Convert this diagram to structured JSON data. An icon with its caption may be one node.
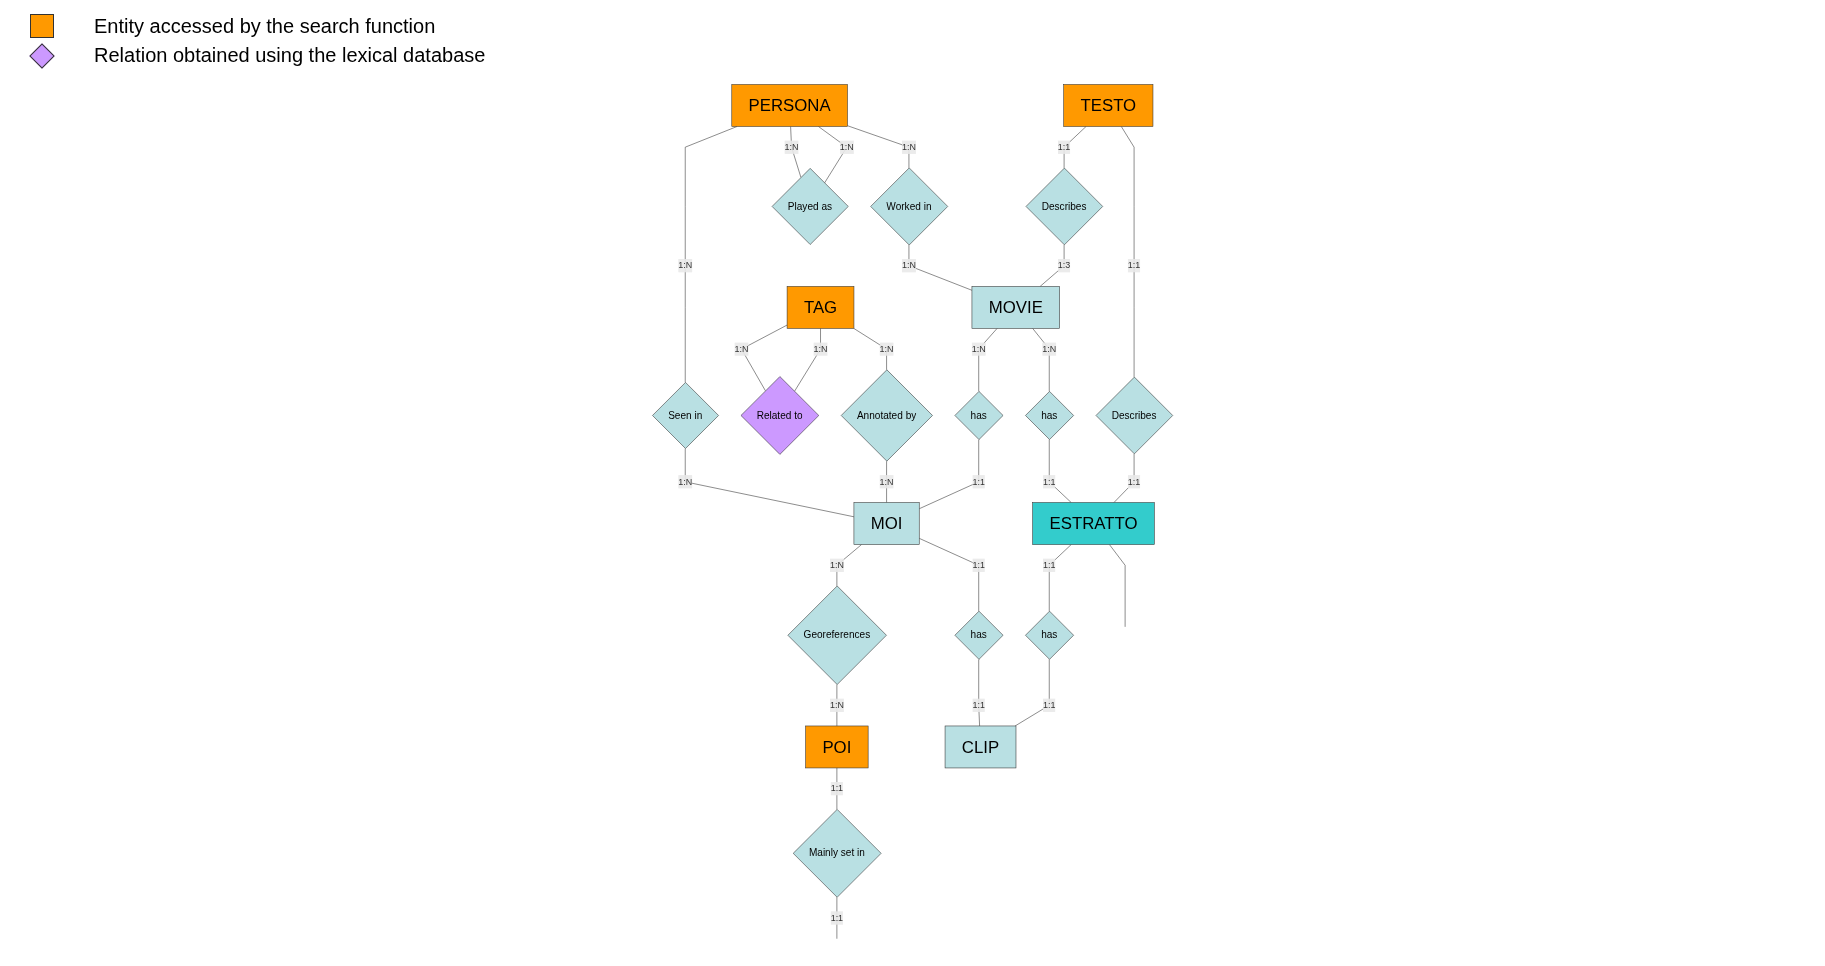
{
  "diagram": {
    "nodes": [
      {
        "text": [
          "PERSONA"
        ]
      },
      {
        "text": [
          "Seen in"
        ]
      },
      {
        "text": [
          "Worked in"
        ]
      },
      {
        "text": [
          "Played as"
        ]
      },
      {
        "text": [
          "TAG"
        ]
      },
      {
        "text": [
          "Related to"
        ]
      },
      {
        "text": [
          "POI"
        ]
      },
      {
        "text": [
          "Annotated by"
        ]
      },
      {
        "text": [
          "TESTO"
        ]
      },
      {
        "text": [
          "Describes"
        ]
      },
      {
        "text": [
          "MOVIE"
        ]
      },
      {
        "text": [
          "has"
        ]
      },
      {
        "text": [
          "MOI"
        ]
      },
      {
        "text": [
          "Georeferences"
        ]
      },
      {
        "text": [
          "has"
        ]
      },
      {
        "text": [
          "has"
        ]
      },
      {
        "text": [
          "Mainly set in"
        ]
      },
      {
        "text": [
          "Describes"
        ]
      },
      {
        "text": [
          "ESTRATTO"
        ]
      },
      {
        "text": [
          "has"
        ]
      },
      {
        "text": [
          "CLIP"
        ]
      }
    ],
    "edges": [
      {
        "from": 0,
        "to": 1,
        "arrow": "none",
        "label": "1:N"
      },
      {
        "from": 1,
        "to": 12,
        "arrow": "none",
        "label": "1:N"
      },
      {
        "from": 0,
        "to": 2,
        "arrow": "none",
        "label": "1:N"
      },
      {
        "from": 2,
        "to": 10,
        "arrow": "none",
        "label": "1:N"
      },
      {
        "from": 0,
        "to": 3,
        "arrow": "none",
        "label": "1:N"
      },
      {
        "from": 0,
        "to": 3,
        "arrow": "none",
        "label": "1:N"
      },
      {
        "from": 4,
        "to": 5,
        "arrow": "none",
        "label": "1:N"
      },
      {
        "from": 4,
        "to": 5,
        "arrow": "none",
        "label": "1:N"
      },
      {
        "from": 4,
        "to": 7,
        "arrow": "none",
        "label": "1:N"
      },
      {
        "from": 7,
        "to": 12,
        "arrow": "none",
        "label": "1:N"
      },
      {
        "from": 8,
        "to": 9,
        "arrow": "none",
        "label": "1:1"
      },
      {
        "from": 9,
        "to": 10,
        "arrow": "none",
        "label": "1:3"
      },
      {
        "from": 10,
        "to": 11,
        "arrow": "none",
        "label": "1:N"
      },
      {
        "from": 11,
        "to": 12,
        "arrow": "none",
        "label": "1:1"
      },
      {
        "from": 12,
        "to": 13,
        "arrow": "none",
        "label": "1:N"
      },
      {
        "from": 13,
        "to": 6,
        "arrow": "none",
        "label": "1:N"
      },
      {
        "from": 10,
        "to": 14,
        "arrow": "none",
        "label": "1:N"
      },
      {
        "from": 14,
        "to": 18,
        "arrow": "none",
        "label": "1:1"
      },
      {
        "from": 12,
        "to": 15,
        "arrow": "none",
        "label": "1:1"
      },
      {
        "from": 15,
        "to": 20,
        "arrow": "none",
        "label": "1:1"
      },
      {
        "from": 6,
        "to": 16,
        "arrow": "none",
        "label": "1:1"
      },
      {
        "from": 16,
        "to": null,
        "arrow": "none",
        "label": "1:1"
      },
      {
        "from": 8,
        "to": 17,
        "arrow": "none",
        "label": "1:1"
      },
      {
        "from": 17,
        "to": 18,
        "arrow": "none",
        "label": "1:1"
      },
      {
        "from": 18,
        "to": 19,
        "arrow": "none",
        "label": "1:1"
      },
      {
        "from": 19,
        "to": 20,
        "arrow": "none",
        "label": "1:1"
      },
      {
        "from": 18,
        "to": null,
        "arrow": "none"
      }
    ],
    "legend": [
      {
        "text": "Entity accessed by the search function",
        "color": "#ff9900"
      },
      {
        "text": "Relation obtained using the lexical database",
        "color": "#cc99ff"
      }
    ]
  }
}
